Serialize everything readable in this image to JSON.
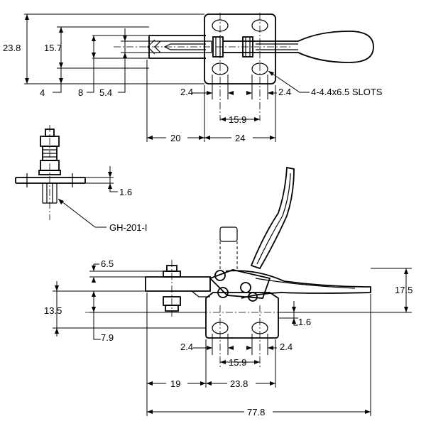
{
  "top_view": {
    "d_23_8": "23.8",
    "d_15_7": "15.7",
    "d_4": "4",
    "d_8": "8",
    "d_5_4": "5.4",
    "d_2_4_left": "2.4",
    "d_2_4_right": "2.4",
    "d_15_9": "15.9",
    "d_20": "20",
    "d_24": "24",
    "slots_note": "4-4.4x6.5 SLOTS"
  },
  "spindle_view": {
    "d_1_6": "1.6",
    "part_callout": "GH-201-I"
  },
  "side_view": {
    "d_6_5": "6.5",
    "d_13_5": "13.5",
    "d_7_9": "7.9",
    "d_17_5": "17.5",
    "d_1_6": "1.6",
    "d_2_4_left": "2.4",
    "d_2_4_right": "2.4",
    "d_15_9": "15.9",
    "d_19": "19",
    "d_23_8": "23.8",
    "d_77_8": "77.8"
  }
}
